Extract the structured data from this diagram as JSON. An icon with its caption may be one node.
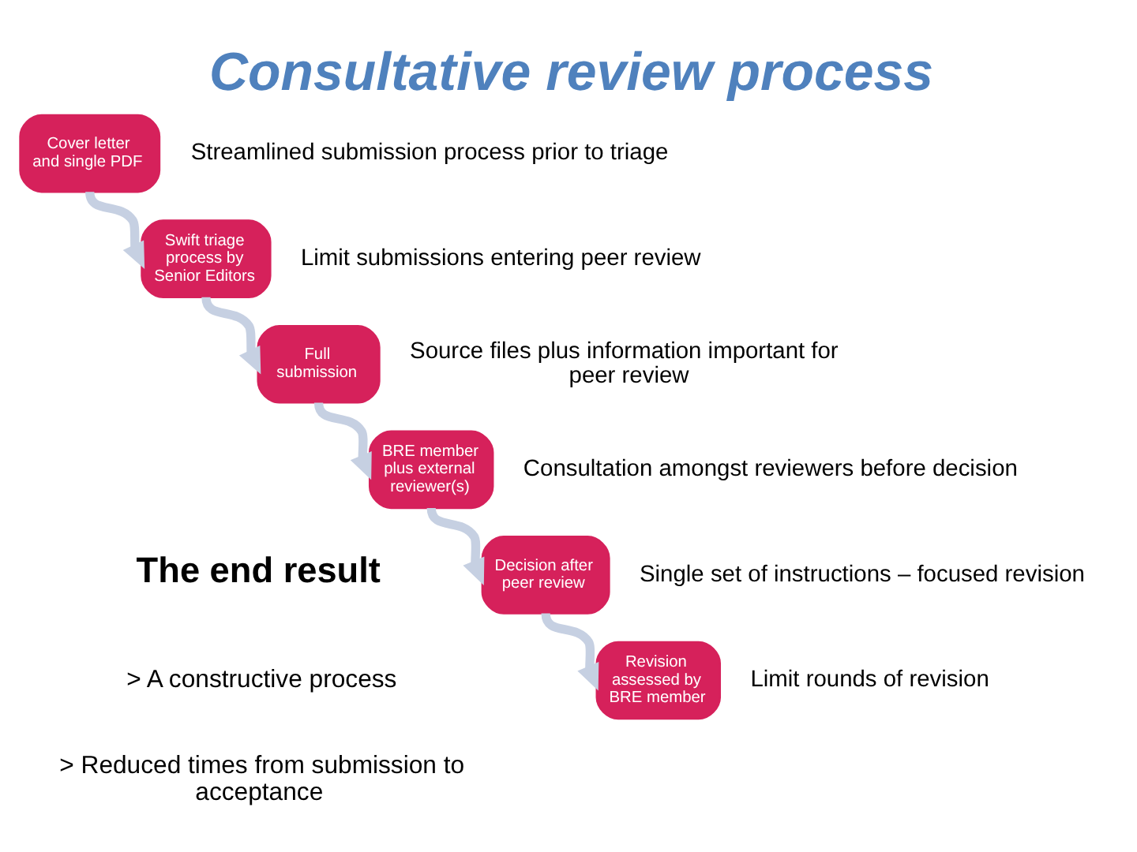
{
  "diagram": {
    "title": "Consultative review process",
    "nodes": [
      {
        "text": [
          "Cover letter and single PDF"
        ],
        "beside": [
          "Streamlined submission process prior to triage"
        ]
      },
      {
        "text": [
          "Swift triage process by Senior Editors"
        ],
        "beside": [
          "Limit submissions entering peer review"
        ]
      },
      {
        "text": [
          "Full submission"
        ],
        "beside": [
          "Source files plus information important for peer review"
        ]
      },
      {
        "text": [
          "BRE member plus external reviewer(s)"
        ],
        "beside": [
          "Consultation amongst reviewers before decision"
        ]
      },
      {
        "text": [
          "Decision after peer review"
        ],
        "beside": [
          "Single set of instructions – focused revision"
        ]
      },
      {
        "text": [
          "Revision assessed by BRE member"
        ],
        "beside": [
          "Limit rounds of revision"
        ]
      }
    ],
    "edges": [
      {
        "from": 0,
        "to": 1,
        "arrow": "to"
      },
      {
        "from": 1,
        "to": 2,
        "arrow": "to"
      },
      {
        "from": 2,
        "to": 3,
        "arrow": "to"
      },
      {
        "from": 3,
        "to": 4,
        "arrow": "to"
      },
      {
        "from": 4,
        "to": 5,
        "arrow": "to"
      }
    ],
    "labels": [
      "The end result",
      "> A constructive process",
      "> Reduced times from submission to acceptance"
    ]
  }
}
